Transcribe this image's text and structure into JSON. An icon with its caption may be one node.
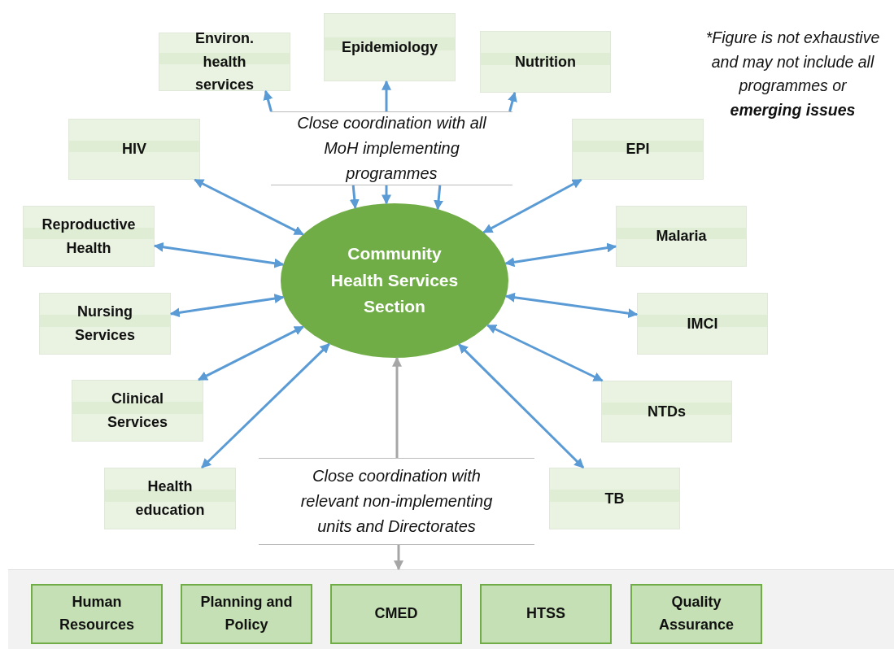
{
  "diagram": {
    "nodes": [
      {
        "text": [
          "Environ. health services"
        ]
      },
      {
        "text": [
          "Epidemiology"
        ]
      },
      {
        "text": [
          "Nutrition"
        ]
      },
      {
        "text": [
          "Close coordination with all MoH implementing programmes"
        ]
      },
      {
        "text": [
          "HIV"
        ]
      },
      {
        "text": [
          "EPI"
        ]
      },
      {
        "text": [
          "Reproductive Health"
        ]
      },
      {
        "text": [
          "Community Health Services Section"
        ]
      },
      {
        "text": [
          "Malaria"
        ]
      },
      {
        "text": [
          "Nursing Services"
        ]
      },
      {
        "text": [
          "IMCI"
        ]
      },
      {
        "text": [
          "Clinical Services"
        ]
      },
      {
        "text": [
          "NTDs"
        ]
      },
      {
        "text": [
          "Health education"
        ]
      },
      {
        "text": [
          "Close coordination with relevant non-implementing units and Directorates"
        ]
      },
      {
        "text": [
          "TB"
        ]
      },
      {
        "text": [],
        "shape": "box"
      },
      {
        "text": [
          "Human Resources"
        ],
        "in": 16
      },
      {
        "text": [
          "Planning and Policy"
        ],
        "in": 16
      },
      {
        "text": [
          "CMED"
        ],
        "in": 16
      },
      {
        "text": [
          "HTSS"
        ],
        "in": 16
      },
      {
        "text": [
          "Quality Assurance"
        ],
        "in": 16
      }
    ],
    "edges": [
      {
        "from": 3,
        "to": 1,
        "arrow": "to"
      },
      {
        "from": 3,
        "to": 0,
        "arrow": "to"
      },
      {
        "from": 3,
        "to": 2,
        "arrow": "to"
      },
      {
        "from": 3,
        "to": 7,
        "arrow": "to"
      },
      {
        "from": 3,
        "to": 7,
        "arrow": "to"
      },
      {
        "from": 3,
        "to": 7,
        "arrow": "to"
      },
      {
        "from": 4,
        "to": 7,
        "arrow": "both"
      },
      {
        "from": 5,
        "to": 7,
        "arrow": "both"
      },
      {
        "from": 6,
        "to": 7,
        "arrow": "both"
      },
      {
        "from": 8,
        "to": 7,
        "arrow": "both"
      },
      {
        "from": 9,
        "to": 7,
        "arrow": "both"
      },
      {
        "from": 10,
        "to": 7,
        "arrow": "both"
      },
      {
        "from": 11,
        "to": 7,
        "arrow": "both"
      },
      {
        "from": 12,
        "to": 7,
        "arrow": "both"
      },
      {
        "from": 7,
        "to": 13,
        "arrow": "both"
      },
      {
        "from": 7,
        "to": 15,
        "arrow": "both"
      },
      {
        "from": 14,
        "to": 7,
        "arrow": "to",
        "color": "#a6a6a6"
      },
      {
        "from": 14,
        "to": 16,
        "arrow": "to",
        "color": "#a6a6a6"
      }
    ],
    "labels": [
      "*Figure is not exhaustive and may not include all programmes or **emerging issues**"
    ]
  }
}
